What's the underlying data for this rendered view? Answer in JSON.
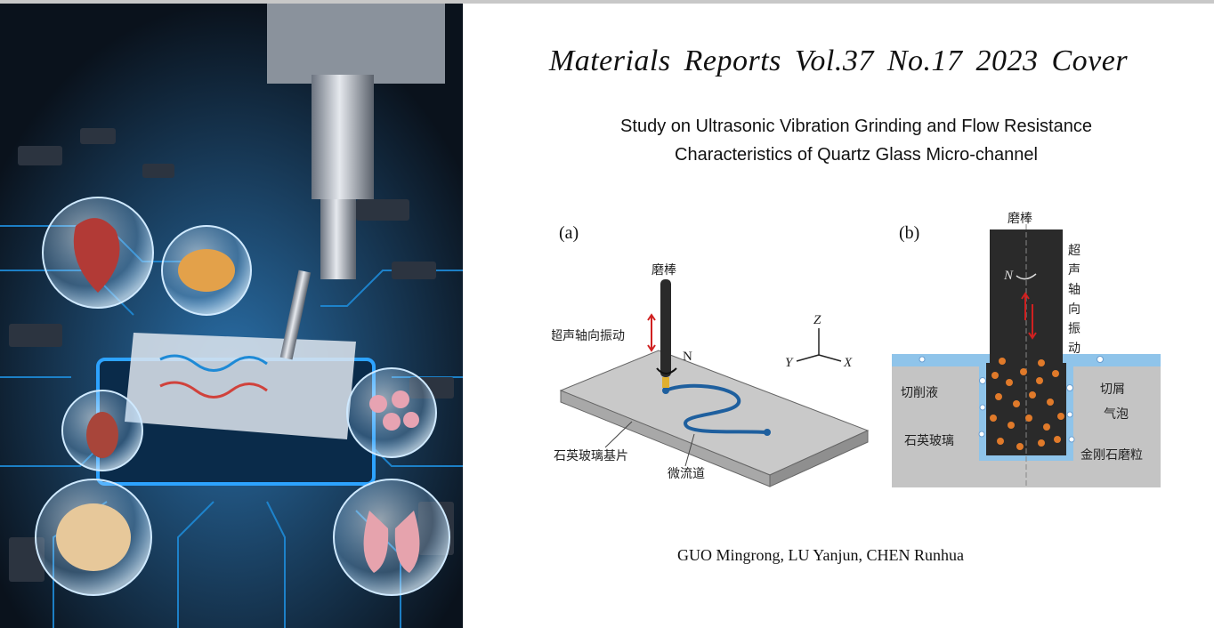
{
  "journal_title": "Materials Reports  Vol.37  No.17  2023  Cover",
  "article_title": {
    "line1": "Study on Ultrasonic Vibration Grinding and Flow Resistance",
    "line2": "Characteristics of Quartz Glass Micro-channel"
  },
  "authors": "GUO Mingrong, LU Yanjun, CHEN Runhua",
  "figure_a": {
    "label": "(a)",
    "grinding_rod": "磨棒",
    "ultrasonic_axial_vibration": "超声轴向振动",
    "rotation": "N",
    "substrate": "石英玻璃基片",
    "microchannel": "微流道",
    "axis_z": "Z",
    "axis_y": "Y",
    "axis_x": "X"
  },
  "figure_b": {
    "label": "(b)",
    "grinding_rod": "磨棒",
    "ultrasonic_axial_vibration_vertical": [
      "超",
      "声",
      "轴",
      "向",
      "振",
      "动"
    ],
    "rotation": "N",
    "cutting_fluid": "切削液",
    "chips": "切屑",
    "bubbles": "气泡",
    "quartz_glass": "石英玻璃",
    "diamond_abrasive": "金刚石磨粒"
  },
  "colors": {
    "circuit_blue": "#1e8ad6",
    "cutting_fluid": "#8fc4ea",
    "abrasive": "#e07a2a",
    "rod": "#2a2a2a",
    "glass_gray": "#c4c4c4"
  }
}
